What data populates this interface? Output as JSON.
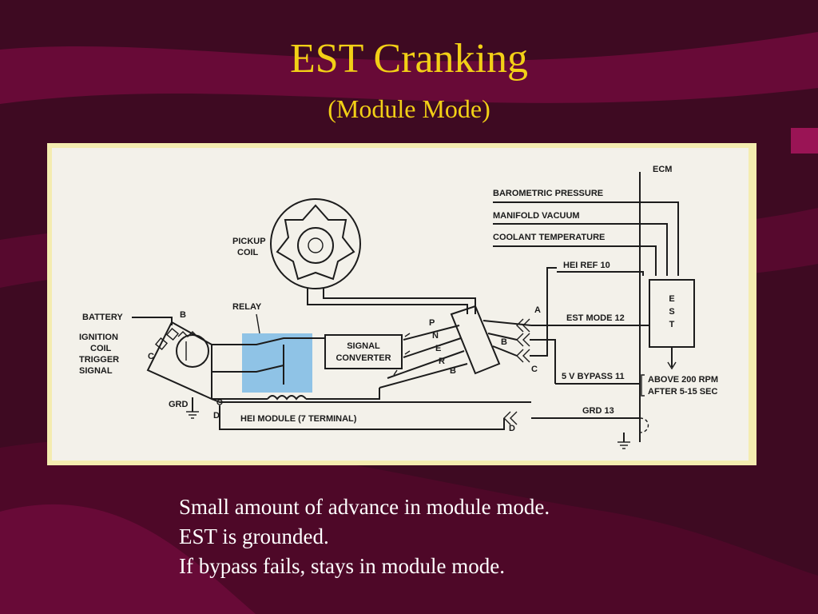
{
  "slide": {
    "title": "EST Cranking",
    "subtitle": "(Module Mode)",
    "bullets": [
      "Small amount of advance in module mode.",
      "EST is grounded.",
      "If bypass fails, stays in module mode."
    ],
    "colors": {
      "background": "#3e0a22",
      "swoosh": "#6d0a3a",
      "title": "#f2d016",
      "text": "#ffffff",
      "relay": "#8fc3e6"
    }
  },
  "diagram": {
    "labels": {
      "ecm": "ECM",
      "barometric": "BAROMETRIC PRESSURE",
      "manifold": "MANIFOLD VACUUM",
      "coolant": "COOLANT TEMPERATURE",
      "hei_ref": "HEI REF 10",
      "est_mode": "EST MODE 12",
      "bypass": "5 V  BYPASS 11",
      "grd13": "GRD 13",
      "above_rpm": "ABOVE 200 RPM",
      "after_sec": "AFTER 5-15 SEC",
      "est_box": [
        "E",
        "S",
        "T"
      ],
      "pickup": "PICKUP",
      "coil": "COIL",
      "battery": "BATTERY",
      "ignition": "IGNITION",
      "coil2": "COIL",
      "trigger": "TRIGGER",
      "signal": "SIGNAL",
      "relay": "RELAY",
      "signal_conv1": "SIGNAL",
      "signal_conv2": "CONVERTER",
      "grd": "GRD",
      "hei_module": "HEI MODULE (7 TERMINAL)",
      "term_b": "B",
      "term_c": "C",
      "term_d": "D",
      "conn_a": "A",
      "conn_b": "B",
      "conn_c": "C",
      "conn_d": "D",
      "pins": [
        "P",
        "N",
        "E",
        "R",
        "B"
      ]
    }
  }
}
